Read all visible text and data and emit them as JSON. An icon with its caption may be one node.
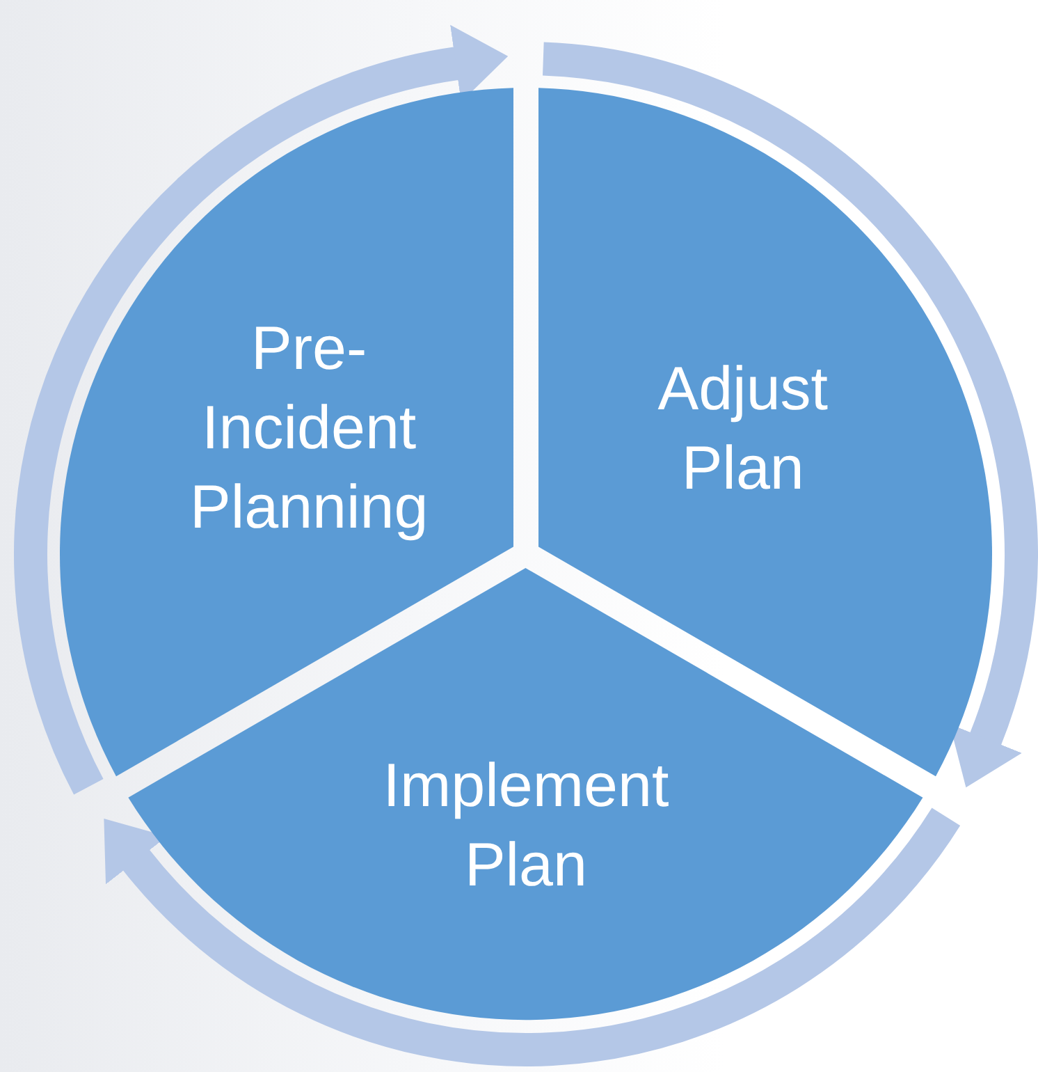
{
  "diagram": {
    "nodes": [
      {
        "text": [
          "Pre-Incident Planning"
        ]
      },
      {
        "text": [
          "Adjust Plan"
        ]
      },
      {
        "text": [
          "Implement Plan"
        ]
      }
    ]
  }
}
